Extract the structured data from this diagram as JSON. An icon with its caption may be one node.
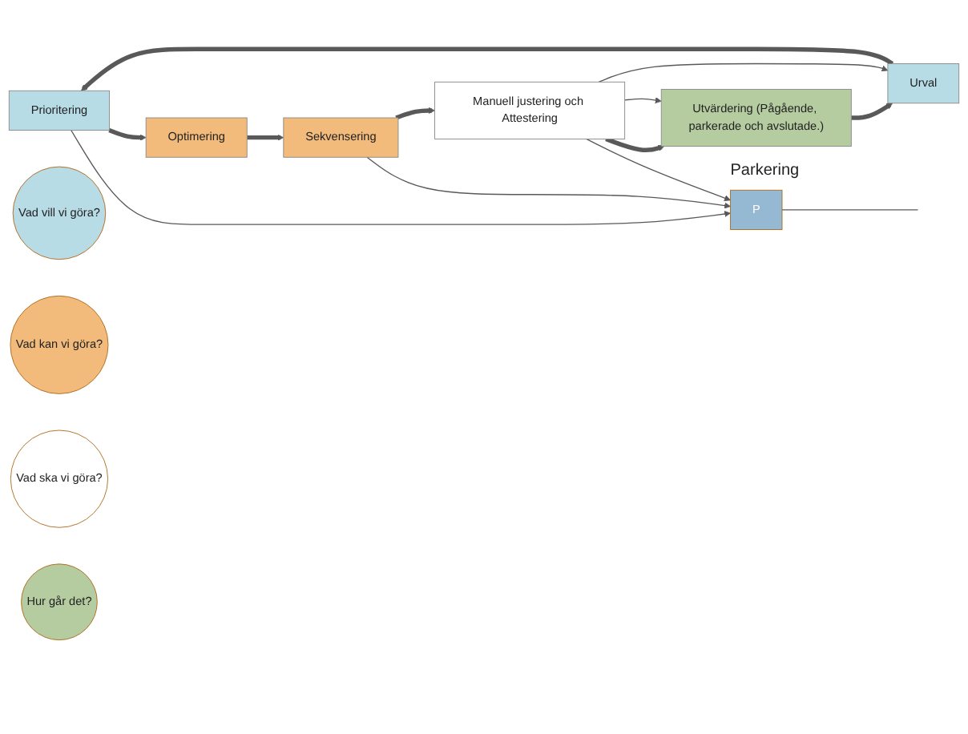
{
  "diagram": {
    "nodes": [
      {
        "text": [
          "Prioritering"
        ]
      },
      {
        "text": [
          "Optimering"
        ]
      },
      {
        "text": [
          "Sekvensering"
        ]
      },
      {
        "text": [
          "Manuell justering och Attestering"
        ]
      },
      {
        "text": [
          "Utvärdering (Pågående, parkerade och avslutade.)"
        ]
      },
      {
        "text": [
          "Urval"
        ]
      },
      {
        "text": [
          "Vad vill vi göra?"
        ]
      },
      {
        "text": [
          "Vad kan vi göra?"
        ]
      },
      {
        "text": [
          "Vad ska vi göra?"
        ]
      },
      {
        "text": [
          "Hur går det?"
        ]
      },
      {
        "text": [
          "P"
        ],
        "beside": [
          "Parkering"
        ]
      }
    ],
    "edges": [
      {
        "from": 5,
        "to": 0,
        "arrow": "to",
        "style": "thick"
      },
      {
        "from": 0,
        "to": 1,
        "arrow": "to",
        "style": "thick"
      },
      {
        "from": 1,
        "to": 2,
        "arrow": "to",
        "style": "thick"
      },
      {
        "from": 2,
        "to": 3,
        "arrow": "to",
        "style": "thick"
      },
      {
        "from": 3,
        "to": 4,
        "arrow": "to",
        "style": "thick"
      },
      {
        "from": 4,
        "to": 5,
        "arrow": "to",
        "style": "thick"
      },
      {
        "from": 0,
        "to": 10,
        "arrow": "to"
      },
      {
        "from": 2,
        "to": 10,
        "arrow": "to"
      },
      {
        "from": 3,
        "to": 10,
        "arrow": "to"
      },
      {
        "from": 3,
        "to": 4,
        "arrow": "to"
      },
      {
        "from": 3,
        "to": 5,
        "arrow": "to"
      },
      {
        "from": 10,
        "to": null,
        "arrow": "none"
      }
    ]
  }
}
